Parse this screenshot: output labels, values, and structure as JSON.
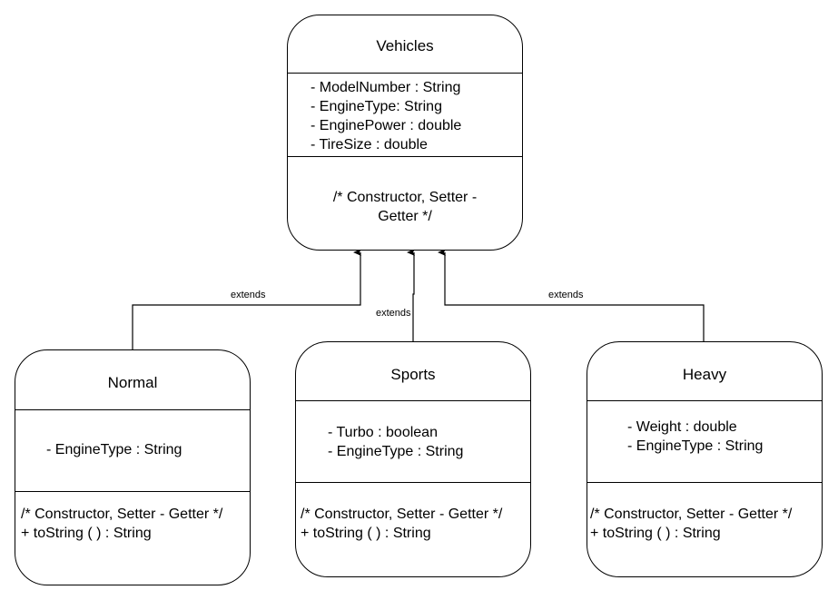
{
  "classes": {
    "vehicles": {
      "name": "Vehicles",
      "attributes": [
        "- ModelNumber : String",
        "- EngineType: String",
        "- EnginePower : double",
        "- TireSize : double"
      ],
      "methods": [
        "/* Constructor, Setter -",
        "Getter */"
      ]
    },
    "normal": {
      "name": "Normal",
      "attributes": [
        "- EngineType : String"
      ],
      "methods": [
        "/* Constructor, Setter - Getter */",
        "+ toString ( ) : String"
      ]
    },
    "sports": {
      "name": "Sports",
      "attributes": [
        "- Turbo : boolean",
        "- EngineType : String"
      ],
      "methods": [
        "/* Constructor, Setter - Getter */",
        "+ toString ( ) : String"
      ]
    },
    "heavy": {
      "name": "Heavy",
      "attributes": [
        "- Weight : double",
        "- EngineType : String"
      ],
      "methods": [
        "/* Constructor, Setter - Getter */",
        "+ toString ( ) : String"
      ]
    }
  },
  "relations": [
    {
      "from": "Normal",
      "to": "Vehicles",
      "label": "extends"
    },
    {
      "from": "Sports",
      "to": "Vehicles",
      "label": "extends"
    },
    {
      "from": "Heavy",
      "to": "Vehicles",
      "label": "extends"
    }
  ]
}
